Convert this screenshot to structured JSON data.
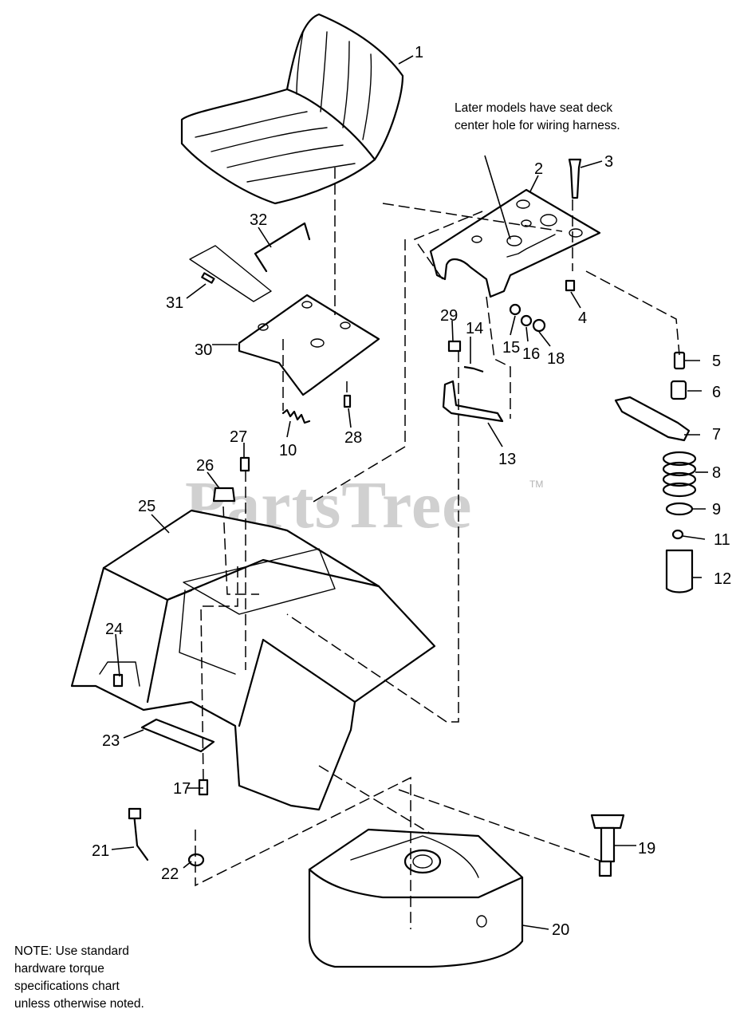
{
  "notes": {
    "later_models_line1": "Later models have seat deck",
    "later_models_line2": "center hole for wiring harness.",
    "standard_line1": "NOTE:  Use standard",
    "standard_line2": "hardware torque",
    "standard_line3": "specifications chart",
    "standard_line4": "unless otherwise noted."
  },
  "watermark": {
    "text": "PartsTree",
    "trademark": "TM"
  },
  "callouts": [
    "1",
    "2",
    "3",
    "4",
    "5",
    "6",
    "7",
    "8",
    "9",
    "10",
    "11",
    "12",
    "13",
    "14",
    "15",
    "16",
    "17",
    "18",
    "19",
    "20",
    "21",
    "22",
    "23",
    "24",
    "25",
    "26",
    "27",
    "28",
    "29",
    "30",
    "31",
    "32"
  ]
}
